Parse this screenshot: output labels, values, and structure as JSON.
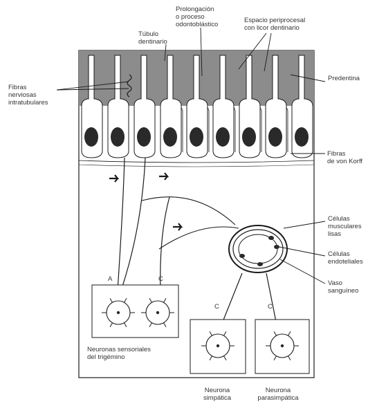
{
  "labels": {
    "prolongacion": "Prolongación\no proceso\nodontoblástico",
    "espacio": "Espacio periprocesal\ncon licor dentinario",
    "tubulo": "Túbulo\ndentinario",
    "fibras_nerviosas": "Fibras\nnerviosas\nintratubulares",
    "predentina": "Predentina",
    "fibras_korff": "Fibras\nde von Korff",
    "celulas_musculares": "Células\nmusculares\nlisas",
    "celulas_endoteliales": "Células\nendoteliales",
    "vaso": "Vaso\nsanguíneo",
    "neuronas_sensoriales": "Neuronas sensoriales\ndel trigémino",
    "neurona_simpatica": "Neurona\nsimpática",
    "neurona_parasimpatica": "Neurona\nparasimpática",
    "box_a": "A",
    "box_c1": "C",
    "box_c2": "C",
    "box_c3": "C"
  },
  "colors": {
    "predentin": "#8c8c8c",
    "line": "#1a1a1a",
    "nucleus": "#2a2a2a"
  }
}
